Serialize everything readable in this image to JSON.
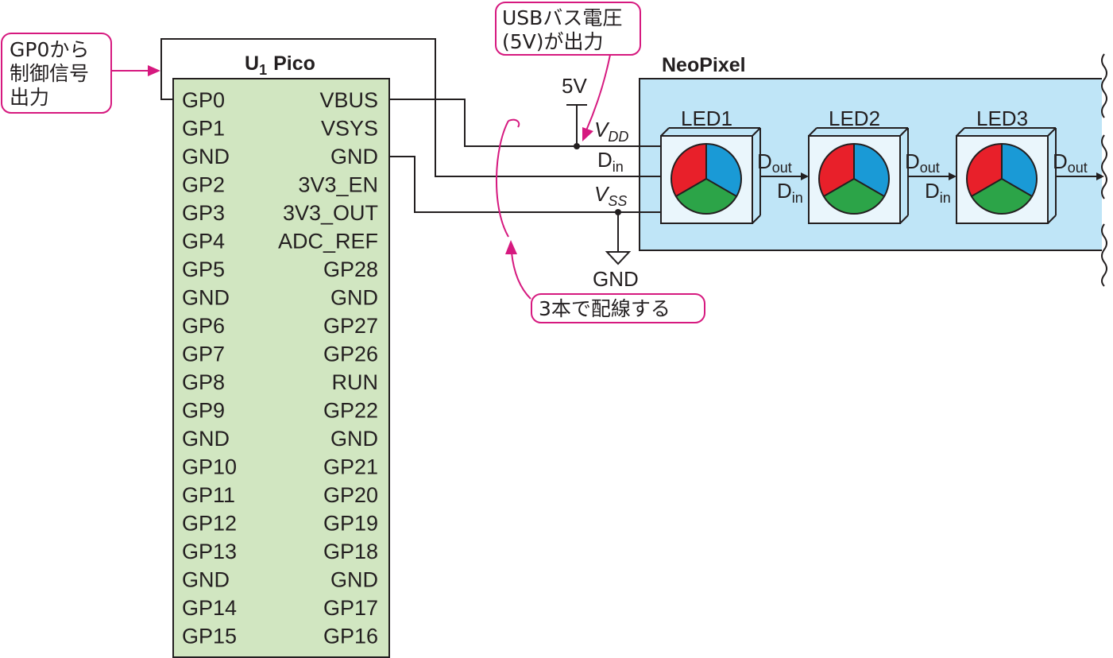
{
  "pico": {
    "title_main": "U",
    "title_sub": "1",
    "title_name": "Pico",
    "left_pins": [
      "GP0",
      "GP1",
      "GND",
      "GP2",
      "GP3",
      "GP4",
      "GP5",
      "GND",
      "GP6",
      "GP7",
      "GP8",
      "GP9",
      "GND",
      "GP10",
      "GP11",
      "GP12",
      "GP13",
      "GND",
      "GP14",
      "GP15"
    ],
    "right_pins": [
      "VBUS",
      "VSYS",
      "GND",
      "3V3_EN",
      "3V3_OUT",
      "ADC_REF",
      "GP28",
      "GND",
      "GP27",
      "GP26",
      "RUN",
      "GP22",
      "GND",
      "GP21",
      "GP20",
      "GP19",
      "GP18",
      "GND",
      "GP17",
      "GP16"
    ]
  },
  "neopixel": {
    "title": "NeoPixel",
    "leds": [
      {
        "label": "LED1"
      },
      {
        "label": "LED2"
      },
      {
        "label": "LED3"
      }
    ],
    "dout_main": "D",
    "dout_sub": "out",
    "din_main": "D",
    "din_sub": "in"
  },
  "signals": {
    "five_v": "5V",
    "vdd_main": "V",
    "vdd_sub": "DD",
    "din_main": "D",
    "din_sub": "in",
    "vss_main": "V",
    "vss_sub": "SS",
    "gnd": "GND"
  },
  "callouts": {
    "gp0": [
      "GP0から",
      "制御信号",
      "出力"
    ],
    "usb": [
      "USBバス電圧",
      "(5V)が出力"
    ],
    "wiring": "3本で配線する"
  },
  "colors": {
    "pico_fill": "#d1e6c1",
    "neopixel_fill": "#bfe5f7",
    "led_box_fill": "#eaf6fc",
    "red": "#e8202a",
    "blue": "#1a9ad6",
    "green": "#2ca448",
    "callout_border": "#d6197f",
    "callout_fill": "#ffffff"
  }
}
